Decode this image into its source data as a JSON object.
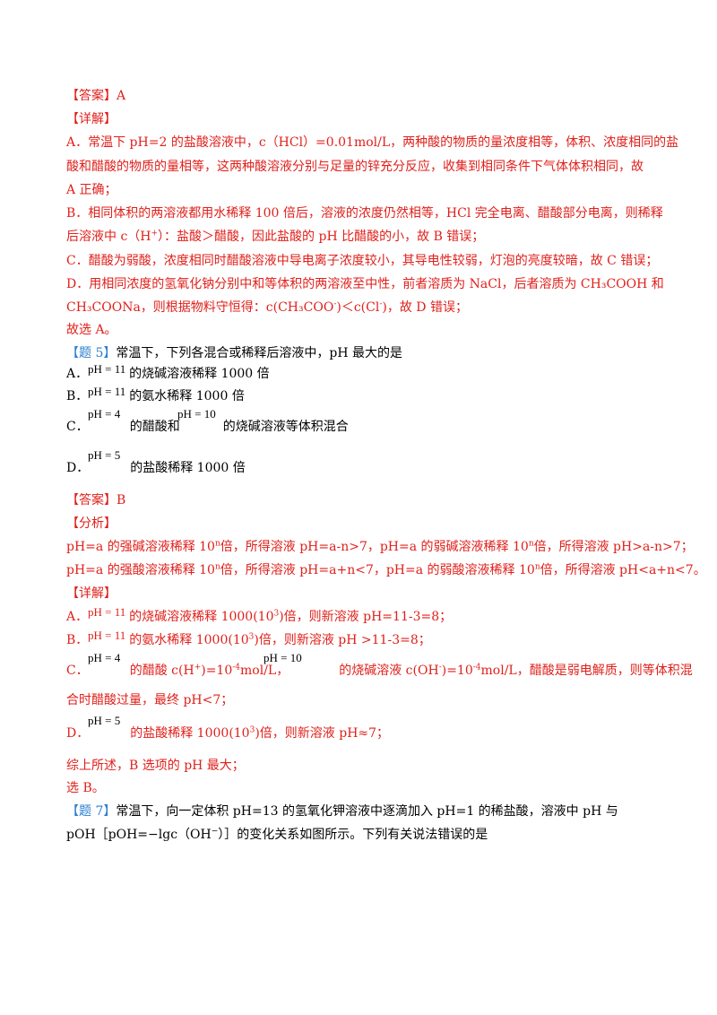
{
  "block1": {
    "answer": "【答案】A",
    "detail_head": "【详解】",
    "a1": "A．常温下 pH=2 的盐酸溶液中，c（HCl）=0.01mol/L，两种酸的物质的量浓度相等，体积、浓度相同的盐",
    "a2": "酸和醋酸的物质的量相等，这两种酸溶液分别与足量的锌充分反应，收集到相同条件下气体体积相同，故",
    "a3": "A 正确；",
    "b1": "B．相同体积的两溶液都用水稀释 100 倍后，溶液的浓度仍然相等，HCl 完全电离、醋酸部分电离，则稀释",
    "b2_pre": "后溶液中 c（H",
    "b2_sup": "+",
    "b2_post": "）：盐酸＞醋酸，因此盐酸的 pH 比醋酸的小，故 B 错误；",
    "c1": "C．醋酸为弱酸，浓度相同时醋酸溶液中导电离子浓度较小，其导电性较弱，灯泡的亮度较暗，故 C 错误；",
    "d1": "D．用相同浓度的氢氧化钠分别中和等体积的两溶液至中性，前者溶质为 NaCl，后者溶质为 CH₃COOH 和",
    "d2_pre": "CH₃COONa，则根据物料守恒得：c(CH₃COO",
    "d2_sup1": "-",
    "d2_mid": ")＜c(Cl",
    "d2_sup2": "-",
    "d2_post": ")，故 D 错误；",
    "conclusion": "故选 A。"
  },
  "question5": {
    "tag": "【题 5】",
    "stem": "常温下，下列各混合或稀释后溶液中，pH 最大的是",
    "optA_label": "A．",
    "optA_eq": "pH = 11",
    "optA_text": "的烧碱溶液稀释 1000 倍",
    "optB_label": "B．",
    "optB_eq": "pH = 11",
    "optB_text": "的氨水稀释 1000 倍",
    "optC_label": "C．",
    "optC_eq1": "pH = 4",
    "optC_text1": "的醋酸和",
    "optC_eq2": "pH = 10",
    "optC_text2": "的烧碱溶液等体积混合",
    "optD_label": "D．",
    "optD_eq": "pH = 5",
    "optD_text": "的盐酸稀释 1000 倍"
  },
  "block2": {
    "answer": "【答案】B",
    "analysis_head": "【分析】",
    "an1_a": "pH=a 的强碱溶液稀释 10",
    "an1_s1": "n",
    "an1_b": "倍，所得溶液 pH=a-n>7，pH=a 的弱碱溶液稀释 10",
    "an1_s2": "n",
    "an1_c": "倍，所得溶液 pH>a-n>7；",
    "an2_a": "pH=a 的强酸溶液稀释 10",
    "an2_s1": "n",
    "an2_b": "倍，所得溶液 pH=a+n<7，pH=a 的弱酸溶液稀释 10",
    "an2_s2": "n",
    "an2_c": "倍，所得溶液 pH<a+n<7。",
    "detail_head": "【详解】",
    "dA_label": "A．",
    "dA_eq": "pH = 11",
    "dA_a": "的烧碱溶液稀释 1000(10",
    "dA_sup": "3",
    "dA_b": ")倍，则新溶液 pH=11-3=8；",
    "dB_label": "B．",
    "dB_eq": "pH = 11",
    "dB_a": "的氨水稀释 1000(10",
    "dB_sup": "3",
    "dB_b": ")倍，则新溶液 pH >11-3=8；",
    "dC_label": "C．",
    "dC_eq1": "pH = 4",
    "dC_a": "的醋酸 c(H",
    "dC_s1": "+",
    "dC_b": ")=10",
    "dC_s2": "-4",
    "dC_c": "mol/L，",
    "dC_eq2": "pH = 10",
    "dC_d": "的烧碱溶液 c(OH",
    "dC_s3": "-",
    "dC_e": ")=10",
    "dC_s4": "-4",
    "dC_f": "mol/L，醋酸是弱电解质，则等体积混",
    "dC_line2": "合时醋酸过量，最终 pH<7；",
    "dD_label": "D．",
    "dD_eq": "pH = 5",
    "dD_a": "的盐酸稀释 1000(10",
    "dD_sup": "3",
    "dD_b": ")倍，则新溶液 pH≈7；",
    "summary": "综上所述，B 选项的 pH 最大；",
    "choose": "选 B。"
  },
  "question7": {
    "tag": "【题 7】",
    "line1": "常温下，向一定体积  pH=13 的氢氧化钾溶液中逐滴加入  pH=1  的稀盐酸，溶液中 pH 与",
    "line2_pre": "pOH［pOH=−lgc（OH",
    "line2_sup": "−",
    "line2_post": "）］的变化关系如图所示。下列有关说法错误的是"
  },
  "colors": {
    "answer_text": "#e0201b",
    "tag": "#2a7fd0",
    "body": "#000000"
  }
}
